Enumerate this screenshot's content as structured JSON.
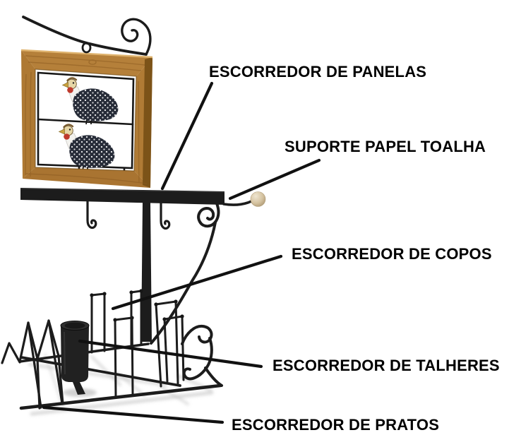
{
  "background": "#ffffff",
  "annotations": [
    {
      "id": "panelas",
      "label": "ESCORREDOR DE PANELAS"
    },
    {
      "id": "toalha",
      "label": "SUPORTE PAPEL TOALHA"
    },
    {
      "id": "copos",
      "label": "ESCORREDOR DE COPOS"
    },
    {
      "id": "talheres",
      "label": "ESCORREDOR DE TALHERES"
    },
    {
      "id": "pratos",
      "label": "ESCORREDOR DE PRATOS"
    }
  ],
  "colors": {
    "label_text": "#000000",
    "leader_line": "#111111",
    "iron": "#1d1d1d",
    "wood_face": "#b5803a",
    "wood_side": "#7c5318",
    "wood_grain": "#8a5a20",
    "wood_highlight": "#dfb36e",
    "knob_wood": "#d5c3a1",
    "bird_body": "#272c38",
    "bird_spots": "#ffffff",
    "bird_neck": "#f3f2ee",
    "bird_head": "#e6d6a6",
    "bird_beak": "#c9a23f",
    "bird_wattle": "#bf392c",
    "shadow": "#bcbcbc"
  }
}
